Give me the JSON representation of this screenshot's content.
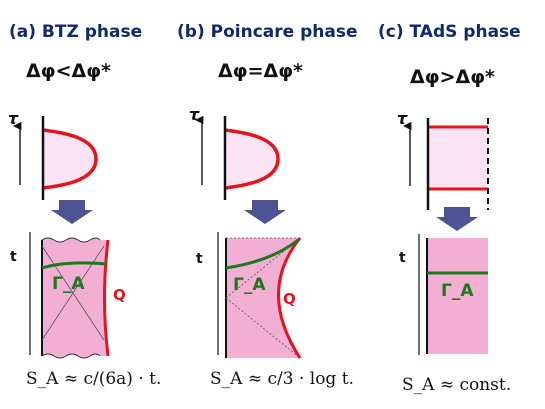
{
  "panels": [
    {
      "title": "(a) BTZ phase",
      "condition": "Δφ<Δφ*",
      "formula": "S_A ≈ c/(6a) · t.",
      "time_label_top": "τ",
      "time_label_bottom": "t",
      "region_label": "Γ_A",
      "boundary_label": "Q"
    },
    {
      "title": "(b) Poincare phase",
      "condition": "Δφ=Δφ*",
      "formula": "S_A ≈ c/3 · log t.",
      "time_label_top": "τ",
      "time_label_bottom": "t",
      "region_label": "Γ_A",
      "boundary_label": "Q"
    },
    {
      "title": "(c) TAdS phase",
      "condition": "Δφ>Δφ*",
      "formula": "S_A ≈ const.",
      "time_label_top": "τ",
      "time_label_bottom": "t",
      "region_label": "Γ_A"
    }
  ],
  "colors": {
    "title": "#0f2a6b",
    "boundary_red": "#e3141b",
    "fill_light": "#fbe3f3",
    "fill_dark": "#f2aed3",
    "geodesic_green": "#1c7a1c",
    "arrow": "#4d5394"
  }
}
